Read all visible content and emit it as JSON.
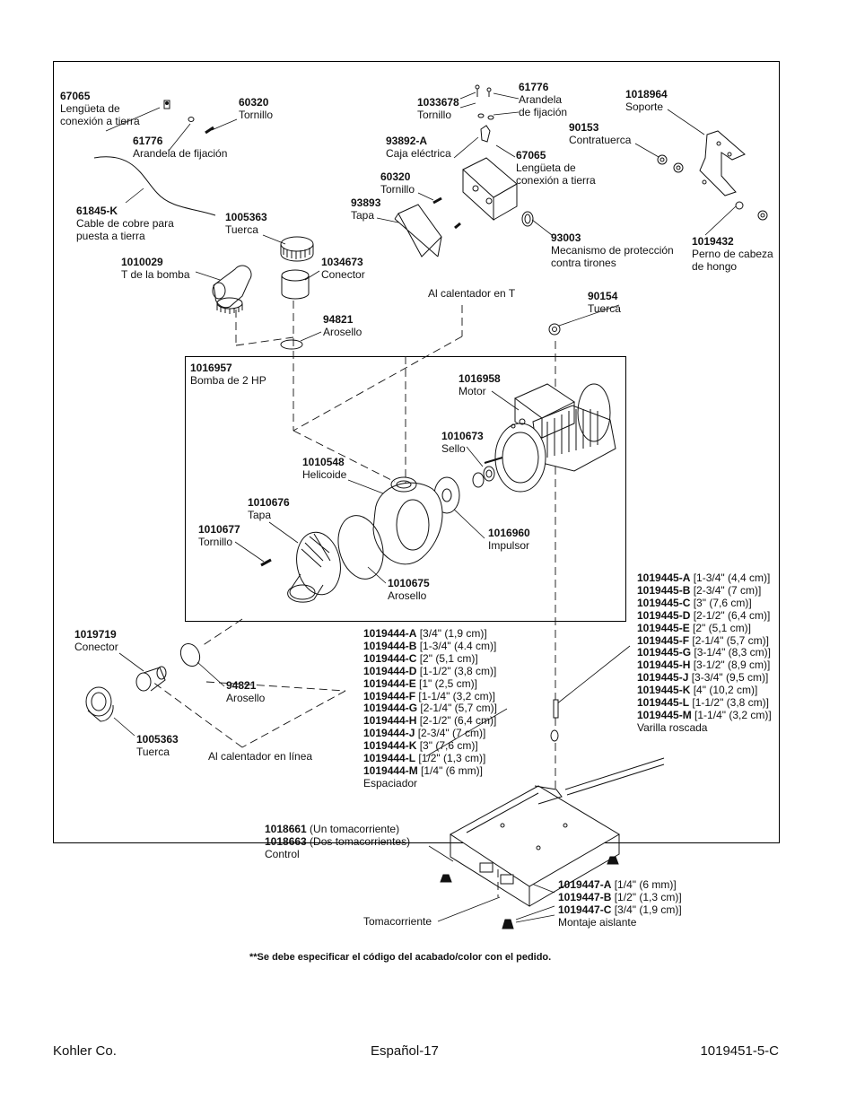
{
  "parts": {
    "p67065a": {
      "code": "67065",
      "desc": "Lengüeta de conexión a tierra"
    },
    "p60320a": {
      "code": "60320",
      "desc": "Tornillo"
    },
    "p61776a": {
      "code": "61776",
      "desc": "Arandela de fijación"
    },
    "p61845k": {
      "code": "61845-K",
      "desc": "Cable de cobre para puesta a tierra"
    },
    "p1005363a": {
      "code": "1005363",
      "desc": "Tuerca"
    },
    "p1010029": {
      "code": "1010029",
      "desc": "T de la bomba"
    },
    "p1034673": {
      "code": "1034673",
      "desc": "Conector"
    },
    "p94821a": {
      "code": "94821",
      "desc": "Arosello"
    },
    "p1033678": {
      "code": "1033678",
      "desc": "Tornillo"
    },
    "p61776b": {
      "code": "61776",
      "desc": "Arandela de fijación"
    },
    "p93892a": {
      "code": "93892-A",
      "desc": "Caja eléctrica"
    },
    "p67065b": {
      "code": "67065",
      "desc": "Lengüeta de conexión a tierra"
    },
    "p60320b": {
      "code": "60320",
      "desc": "Tornillo"
    },
    "p93893": {
      "code": "93893",
      "desc": "Tapa"
    },
    "p93003": {
      "code": "93003",
      "desc": "Mecanismo de protección contra tirones"
    },
    "p1018964": {
      "code": "1018964",
      "desc": "Soporte"
    },
    "p90153": {
      "code": "90153",
      "desc": "Contratuerca"
    },
    "p1019432": {
      "code": "1019432",
      "desc": "Perno de cabeza de hongo"
    },
    "p90154": {
      "code": "90154",
      "desc": "Tuerca"
    },
    "p1016957": {
      "code": "1016957",
      "desc": "Bomba de 2 HP"
    },
    "p1016958": {
      "code": "1016958",
      "desc": "Motor"
    },
    "p1010673": {
      "code": "1010673",
      "desc": "Sello"
    },
    "p1010548": {
      "code": "1010548",
      "desc": "Helicoide"
    },
    "p1010676": {
      "code": "1010676",
      "desc": "Tapa"
    },
    "p1010677": {
      "code": "1010677",
      "desc": "Tornillo"
    },
    "p1016960": {
      "code": "1016960",
      "desc": "Impulsor"
    },
    "p1010675": {
      "code": "1010675",
      "desc": "Arosello"
    },
    "p1019719": {
      "code": "1019719",
      "desc": "Conector"
    },
    "p94821b": {
      "code": "94821",
      "desc": "Arosello"
    },
    "p1005363b": {
      "code": "1005363",
      "desc": "Tuerca"
    }
  },
  "callouts": {
    "t_calentador": "Al calentador en T",
    "en_linea": "Al calentador en línea",
    "tomacorriente": "Tomacorriente"
  },
  "spacers": {
    "rows": [
      {
        "code": "1019444-A",
        "size": "[3/4\" (1,9 cm)]"
      },
      {
        "code": "1019444-B",
        "size": "[1-3/4\" (4.4 cm)]"
      },
      {
        "code": "1019444-C",
        "size": "[2\" (5,1 cm)]"
      },
      {
        "code": "1019444-D",
        "size": "[1-1/2\" (3,8 cm)]"
      },
      {
        "code": "1019444-E",
        "size": "[1\" (2,5 cm)]"
      },
      {
        "code": "1019444-F",
        "size": "[1-1/4\" (3,2 cm)]"
      },
      {
        "code": "1019444-G",
        "size": "[2-1/4\" (5,7 cm)]"
      },
      {
        "code": "1019444-H",
        "size": "[2-1/2\" (6,4 cm)]"
      },
      {
        "code": "1019444-J",
        "size": "[2-3/4\" (7 cm)]"
      },
      {
        "code": "1019444-K",
        "size": "[3\" (7,6 cm)]"
      },
      {
        "code": "1019444-L",
        "size": "[1/2\" (1,3 cm)]"
      },
      {
        "code": "1019444-M",
        "size": "[1/4\" (6 mm)]"
      }
    ],
    "desc": "Espaciador"
  },
  "rods": {
    "rows": [
      {
        "code": "1019445-A",
        "size": "[1-3/4\" (4,4 cm)]"
      },
      {
        "code": "1019445-B",
        "size": "[2-3/4\" (7 cm)]"
      },
      {
        "code": "1019445-C",
        "size": " [3\" (7,6 cm)]"
      },
      {
        "code": "1019445-D",
        "size": "[2-1/2\" (6,4 cm)]"
      },
      {
        "code": "1019445-E",
        "size": " [2\" (5,1 cm)]"
      },
      {
        "code": "1019445-F",
        "size": "[2-1/4\" (5,7 cm)]"
      },
      {
        "code": "1019445-G",
        "size": "[3-1/4\" (8,3 cm)]"
      },
      {
        "code": "1019445-H",
        "size": "[3-1/2\" (8,9 cm)]"
      },
      {
        "code": "1019445-J",
        "size": "[3-3/4\" (9,5 cm)]"
      },
      {
        "code": "1019445-K",
        "size": "[4\" (10,2 cm)]"
      },
      {
        "code": "1019445-L",
        "size": "[1-1/2\" (3,8 cm)]"
      },
      {
        "code": "1019445-M",
        "size": "[1-1/4\" (3,2 cm)]"
      }
    ],
    "desc": "Varilla roscada"
  },
  "control": {
    "rows": [
      {
        "code": "1018661",
        "size": " (Un tomacorriente)"
      },
      {
        "code": "1018663",
        "size": " (Dos tomacorrientes)"
      }
    ],
    "desc": "Control"
  },
  "mounts": {
    "rows": [
      {
        "code": "1019447-A",
        "size": " [1/4\" (6 mm)]"
      },
      {
        "code": "1019447-B",
        "size": " [1/2\" (1,3 cm)]"
      },
      {
        "code": "1019447-C",
        "size": " [3/4\" (1,9 cm)]"
      }
    ],
    "desc": "Montaje aislante"
  },
  "note": "**Se debe especificar el código del acabado/color con el pedido.",
  "footer": {
    "left": "Kohler Co.",
    "center": "Español-17",
    "right": "1019451-5-C"
  }
}
